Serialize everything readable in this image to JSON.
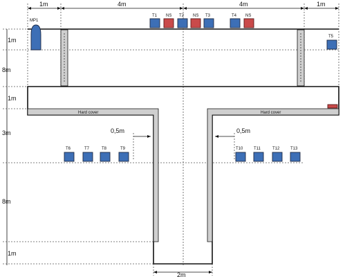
{
  "dimensions": {
    "top_1m_left": "1m",
    "top_4m_left": "4m",
    "top_4m_right": "4m",
    "top_1m_right": "1m",
    "left_1m_a": "1m",
    "left_8m_a": "8m",
    "left_1m_b": "1m",
    "left_3m": "3m",
    "left_8m_b": "8m",
    "left_1m_c": "1m",
    "gap_left": "0,5m",
    "gap_right": "0,5m",
    "bottom_2m": "2m"
  },
  "covers": {
    "left": "Hard cover",
    "right": "Hard cover"
  },
  "sensors": {
    "mp1": "MP1",
    "t1": "T1",
    "ns1": "NS",
    "t2": "T2",
    "ns2": "NS",
    "t3": "T3",
    "t4": "T4",
    "ns3": "NS",
    "t5": "T5",
    "t6": "T6",
    "t7": "T7",
    "t8": "T8",
    "t9": "T9",
    "t10": "T10",
    "t11": "T11",
    "t12": "T12",
    "t13": "T13"
  },
  "colors": {
    "sensor_blue": "#3d6fb6",
    "sensor_red": "#c94a4a",
    "cover_gray": "#cfcfcf"
  }
}
